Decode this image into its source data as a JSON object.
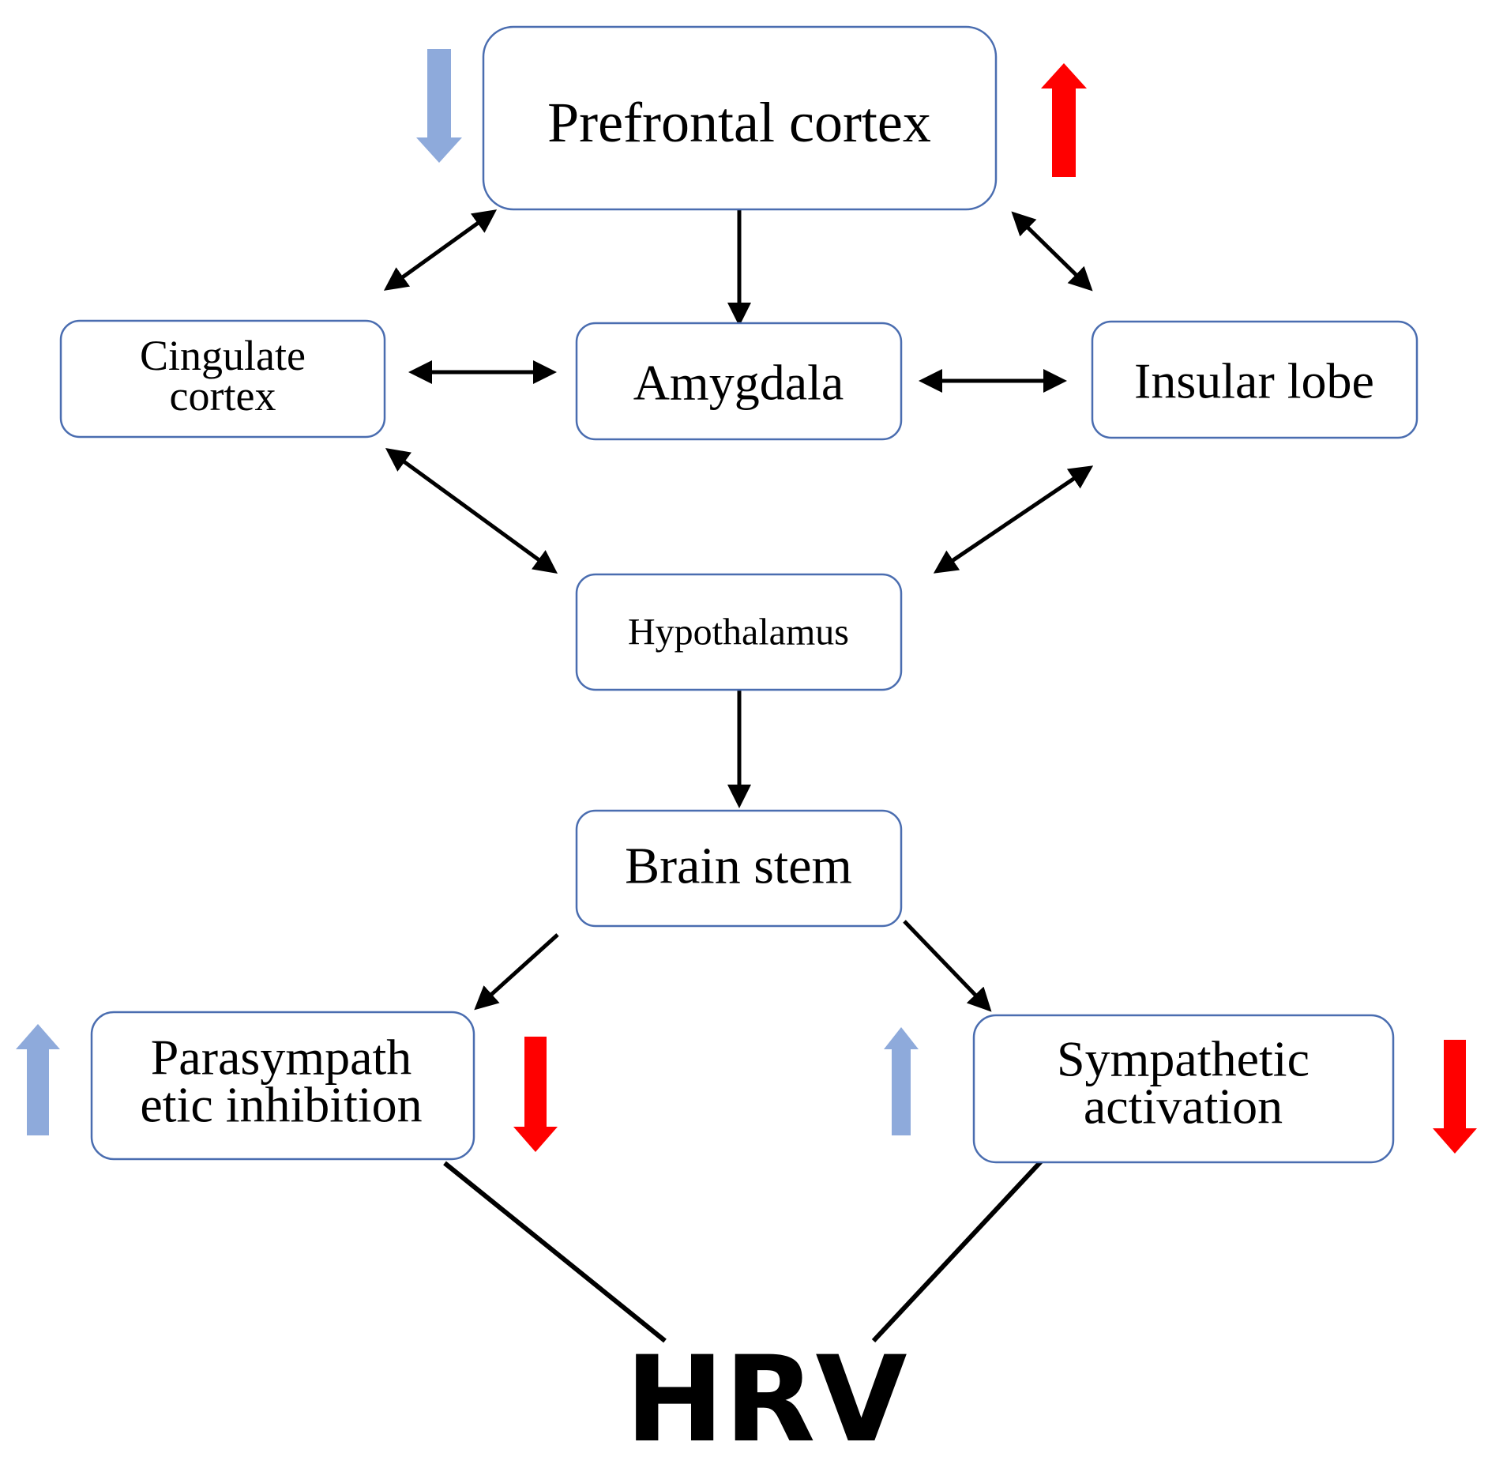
{
  "colors": {
    "node_border": "#4a6db0",
    "indicator_blue": "#8eaadb",
    "indicator_red": "#ff0000",
    "edge": "#000000"
  },
  "nodes": {
    "prefrontal_cortex": "Prefrontal cortex",
    "cingulate_cortex_line1": "Cingulate",
    "cingulate_cortex_line2": "cortex",
    "amygdala": "Amygdala",
    "insular_lobe": "Insular lobe",
    "hypothalamus": "Hypothalamus",
    "brain_stem": "Brain stem",
    "parasympathetic_line1": "Parasympath",
    "parasympathetic_line2": "etic inhibition",
    "sympathetic_line1": "Sympathetic",
    "sympathetic_line2": "activation"
  },
  "output": {
    "label": "HRV"
  },
  "indicators": {
    "prefrontal_left": {
      "direction": "down",
      "color": "blue"
    },
    "prefrontal_right": {
      "direction": "up",
      "color": "red"
    },
    "parasympathetic_left": {
      "direction": "up",
      "color": "blue"
    },
    "parasympathetic_right": {
      "direction": "down",
      "color": "red"
    },
    "sympathetic_left": {
      "direction": "up",
      "color": "blue"
    },
    "sympathetic_right": {
      "direction": "down",
      "color": "red"
    }
  },
  "edges": [
    {
      "from": "prefrontal_cortex",
      "to": "cingulate_cortex",
      "type": "bidirectional"
    },
    {
      "from": "prefrontal_cortex",
      "to": "amygdala",
      "type": "directed"
    },
    {
      "from": "prefrontal_cortex",
      "to": "insular_lobe",
      "type": "bidirectional"
    },
    {
      "from": "cingulate_cortex",
      "to": "amygdala",
      "type": "bidirectional"
    },
    {
      "from": "amygdala",
      "to": "insular_lobe",
      "type": "bidirectional"
    },
    {
      "from": "cingulate_cortex",
      "to": "hypothalamus",
      "type": "bidirectional"
    },
    {
      "from": "insular_lobe",
      "to": "hypothalamus",
      "type": "bidirectional"
    },
    {
      "from": "hypothalamus",
      "to": "brain_stem",
      "type": "directed"
    },
    {
      "from": "brain_stem",
      "to": "parasympathetic_inhibition",
      "type": "directed"
    },
    {
      "from": "brain_stem",
      "to": "sympathetic_activation",
      "type": "directed"
    },
    {
      "from": "parasympathetic_inhibition",
      "to": "hrv",
      "type": "line"
    },
    {
      "from": "sympathetic_activation",
      "to": "hrv",
      "type": "line"
    }
  ]
}
